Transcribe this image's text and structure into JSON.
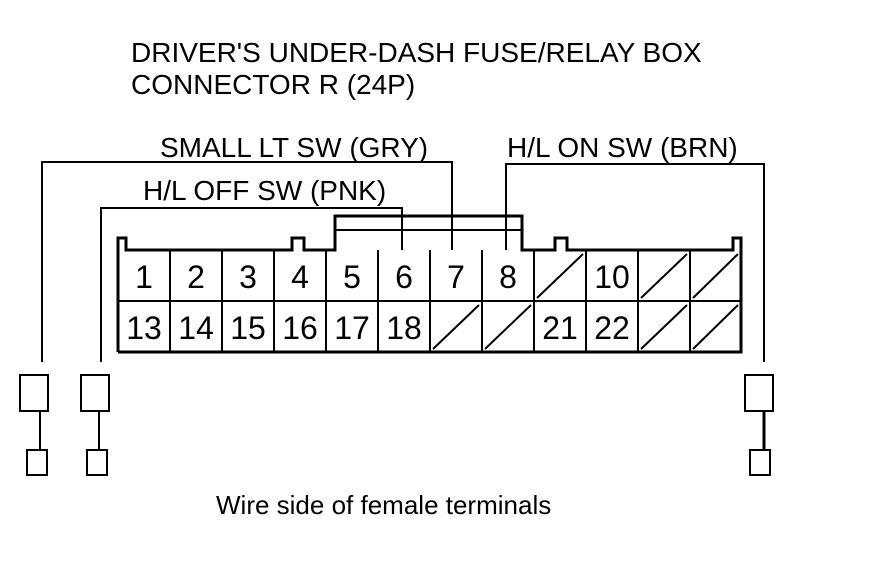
{
  "title": {
    "line1": "DRIVER'S UNDER-DASH FUSE/RELAY BOX",
    "line2": "CONNECTOR R (24P)"
  },
  "callouts": {
    "small_lt_sw": "SMALL LT SW (GRY)",
    "hl_on_sw": "H/L ON SW (BRN)",
    "hl_off_sw": "H/L OFF SW (PNK)"
  },
  "connector": {
    "row1": [
      "1",
      "2",
      "3",
      "4",
      "5",
      "6",
      "7",
      "8",
      "",
      "10",
      "",
      ""
    ],
    "row2": [
      "13",
      "14",
      "15",
      "16",
      "17",
      "18",
      "",
      "",
      "21",
      "22",
      "",
      ""
    ]
  },
  "caption": "Wire side of female terminals"
}
